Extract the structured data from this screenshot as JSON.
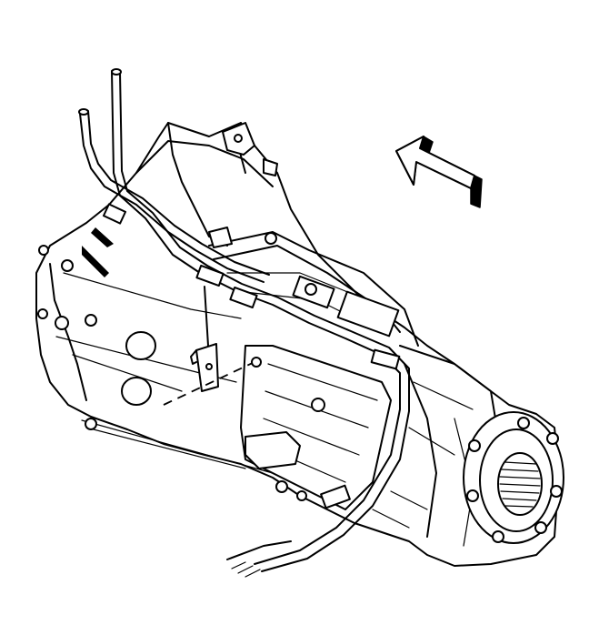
{
  "diagram": {
    "background": "#ffffff",
    "line_color": "#000000",
    "components": [
      {
        "name": "transmission-assembly",
        "icon": "transmission-drawing"
      },
      {
        "name": "transmission-cooler-lines",
        "icon": "tube-lines"
      },
      {
        "name": "bracket-with-bolt",
        "icon": "bracket-bolt"
      },
      {
        "name": "output-flange",
        "icon": "flange-circle"
      },
      {
        "name": "direction-arrow",
        "icon": "arrow-up-left"
      }
    ]
  }
}
